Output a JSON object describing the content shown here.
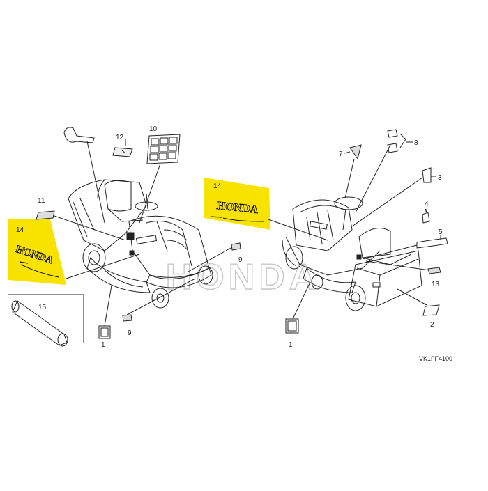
{
  "diagram": {
    "figure_code": "VK1FF4100",
    "watermark": "HONDA",
    "highlight_color": "#f7e200",
    "line_color": "#222222",
    "emblem_text": "HONDA",
    "callouts": {
      "c1_left": "1",
      "c1_right": "1",
      "c2": "2",
      "c3": "3",
      "c4": "4",
      "c5": "5",
      "c7": "7",
      "c8": "8",
      "c9_upper": "9",
      "c9_lower": "9",
      "c10": "10",
      "c11": "11",
      "c12": "12",
      "c13": "13",
      "c14_left": "14",
      "c14_center": "14",
      "c15": "15"
    }
  }
}
